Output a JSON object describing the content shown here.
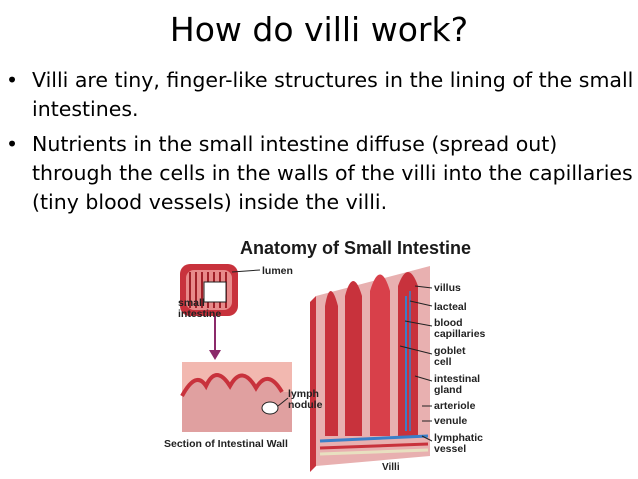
{
  "slide": {
    "title": "How do villi work?",
    "bullets": [
      "Villi are tiny, finger-like structures in the lining of the small intestines.",
      "Nutrients in the small intestine diffuse (spread out) through the cells in the walls of the villi into the capillaries (tiny blood vessels) inside the villi."
    ],
    "bullet_symbol": "•"
  },
  "figure": {
    "title": "Anatomy of Small Intestine",
    "labels": {
      "lumen": "lumen",
      "small_intestine": "small\nintestine",
      "lymph_nodule": "lymph\nnodule",
      "section": "Section of Intestinal Wall",
      "villus": "villus",
      "lacteal": "lacteal",
      "blood_capillaries": "blood\ncapillaries",
      "goblet_cell": "goblet\ncell",
      "intestinal_gland": "intestinal\ngland",
      "arteriole": "arteriole",
      "venule": "venule",
      "lymphatic_vessel": "lymphatic\nvessel",
      "villi": "Villi"
    },
    "colors": {
      "tissue": "#c8323c",
      "tissue_light": "#e88a8a",
      "vessel_blue": "#3a7fc8",
      "pink": "#f2b8b0"
    }
  }
}
